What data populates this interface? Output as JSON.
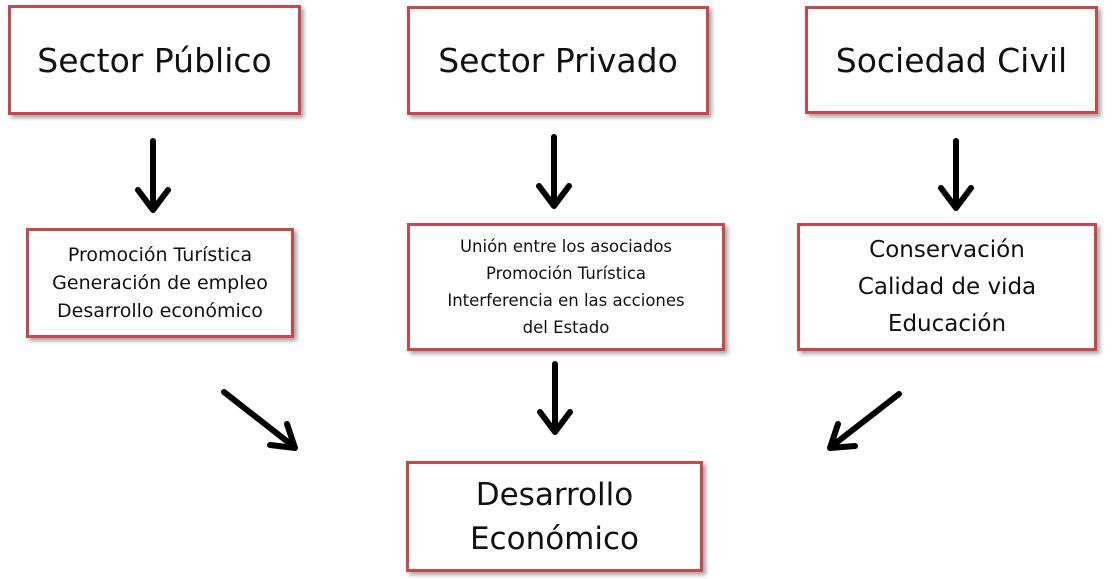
{
  "diagram": {
    "top_boxes": [
      {
        "label": "Sector Público"
      },
      {
        "label": "Sector Privado"
      },
      {
        "label": "Sociedad Civil"
      }
    ],
    "middle_boxes": [
      {
        "lines": [
          "Promoción Turística",
          "Generación de empleo",
          "Desarrollo económico"
        ]
      },
      {
        "lines": [
          "Unión entre los asociados",
          "Promoción Turística",
          "Interferencia en las acciones",
          "del Estado"
        ]
      },
      {
        "lines": [
          "Conservación",
          "Calidad de vida",
          "Educación"
        ]
      }
    ],
    "bottom_box": {
      "lines": [
        "Desarrollo",
        "Económico"
      ]
    },
    "colors": {
      "box_border": "#c8474b",
      "arrow": "#000000"
    }
  }
}
